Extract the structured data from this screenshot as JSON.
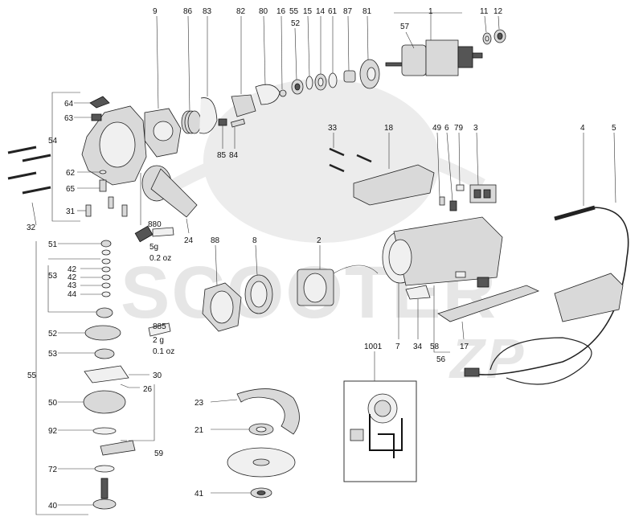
{
  "watermark": {
    "text": "SCOOTER",
    "tail": "ZP"
  },
  "callouts": [
    {
      "id": "c9",
      "label": "9"
    },
    {
      "id": "c86",
      "label": "86"
    },
    {
      "id": "c83",
      "label": "83"
    },
    {
      "id": "c82",
      "label": "82"
    },
    {
      "id": "c80",
      "label": "80"
    },
    {
      "id": "c16",
      "label": "16"
    },
    {
      "id": "c55top",
      "label": "55"
    },
    {
      "id": "c52top",
      "label": "52"
    },
    {
      "id": "c15",
      "label": "15"
    },
    {
      "id": "c14",
      "label": "14"
    },
    {
      "id": "c61",
      "label": "61"
    },
    {
      "id": "c87",
      "label": "87"
    },
    {
      "id": "c81",
      "label": "81"
    },
    {
      "id": "c1",
      "label": "1"
    },
    {
      "id": "c57",
      "label": "57"
    },
    {
      "id": "c11",
      "label": "11"
    },
    {
      "id": "c12",
      "label": "12"
    },
    {
      "id": "c64",
      "label": "64"
    },
    {
      "id": "c63",
      "label": "63"
    },
    {
      "id": "c54",
      "label": "54"
    },
    {
      "id": "c62",
      "label": "62"
    },
    {
      "id": "c65",
      "label": "65"
    },
    {
      "id": "c31",
      "label": "31"
    },
    {
      "id": "c32",
      "label": "32"
    },
    {
      "id": "c85",
      "label": "85"
    },
    {
      "id": "c84",
      "label": "84"
    },
    {
      "id": "c33",
      "label": "33"
    },
    {
      "id": "c18",
      "label": "18"
    },
    {
      "id": "c49",
      "label": "49"
    },
    {
      "id": "c6",
      "label": "6"
    },
    {
      "id": "c79",
      "label": "79"
    },
    {
      "id": "c3",
      "label": "3"
    },
    {
      "id": "c4",
      "label": "4"
    },
    {
      "id": "c5",
      "label": "5"
    },
    {
      "id": "c880",
      "label": "880"
    },
    {
      "id": "c24",
      "label": "24"
    },
    {
      "id": "c88",
      "label": "88"
    },
    {
      "id": "c8",
      "label": "8"
    },
    {
      "id": "c2",
      "label": "2"
    },
    {
      "id": "c51",
      "label": "51"
    },
    {
      "id": "c53a",
      "label": "53"
    },
    {
      "id": "c42a",
      "label": "42"
    },
    {
      "id": "c42b",
      "label": "42"
    },
    {
      "id": "c43",
      "label": "43"
    },
    {
      "id": "c44",
      "label": "44"
    },
    {
      "id": "c52",
      "label": "52"
    },
    {
      "id": "c885",
      "label": "885"
    },
    {
      "id": "c53b",
      "label": "53"
    },
    {
      "id": "c55",
      "label": "55"
    },
    {
      "id": "c30",
      "label": "30"
    },
    {
      "id": "c26",
      "label": "26"
    },
    {
      "id": "c50",
      "label": "50"
    },
    {
      "id": "c92",
      "label": "92"
    },
    {
      "id": "c59",
      "label": "59"
    },
    {
      "id": "c72",
      "label": "72"
    },
    {
      "id": "c40",
      "label": "40"
    },
    {
      "id": "c23",
      "label": "23"
    },
    {
      "id": "c21",
      "label": "21"
    },
    {
      "id": "c41",
      "label": "41"
    },
    {
      "id": "c1001",
      "label": "1001"
    },
    {
      "id": "c7",
      "label": "7"
    },
    {
      "id": "c34",
      "label": "34"
    },
    {
      "id": "c58",
      "label": "58"
    },
    {
      "id": "c56",
      "label": "56"
    },
    {
      "id": "c17",
      "label": "17"
    }
  ],
  "weights": {
    "w880_a": "5g",
    "w880_b": "0.2 oz",
    "w885_a": "2 g",
    "w885_b": "0.1 oz"
  }
}
